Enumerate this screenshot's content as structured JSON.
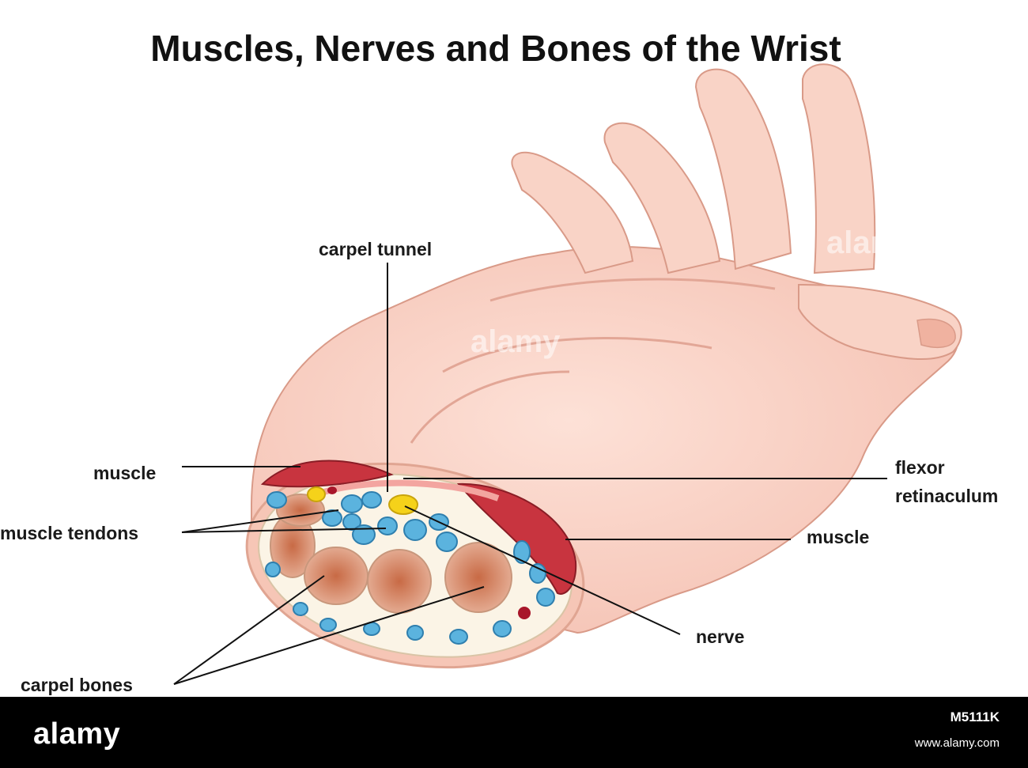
{
  "title": "Muscles, Nerves and Bones of the Wrist",
  "labels": {
    "carpel_tunnel": "carpel tunnel",
    "muscle_left": "muscle",
    "muscle_tendons": "muscle tendons",
    "flexor_line1": "flexor",
    "flexor_line2": "retinaculum",
    "muscle_right": "muscle",
    "nerve": "nerve",
    "carpel_bones": "carpel bones"
  },
  "footer": {
    "brand": "alamy",
    "image_id": "M5111K",
    "site": "www.alamy.com"
  },
  "watermark": "alamy",
  "colors": {
    "skin": "#f8cfc2",
    "skin_shadow": "#eaa998",
    "muscle": "#c8343f",
    "tendon": "#5bb3de",
    "nerve": "#f5d21a",
    "bone": "#b25a3a"
  }
}
